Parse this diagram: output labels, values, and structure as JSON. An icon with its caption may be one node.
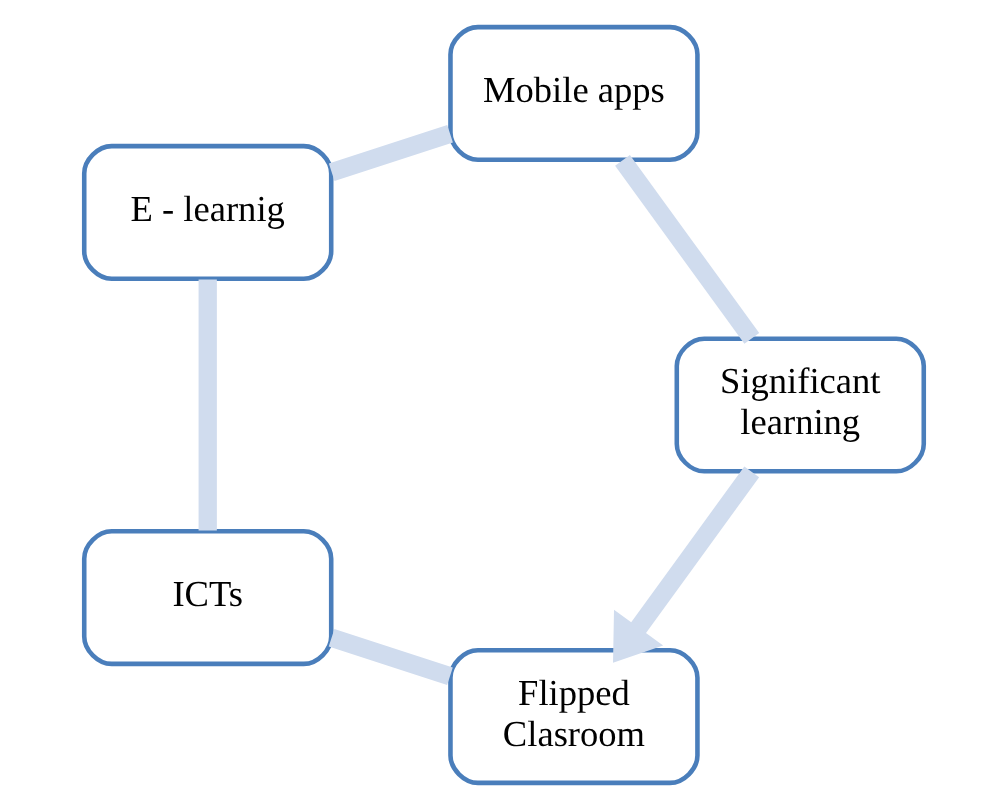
{
  "diagram": {
    "nodes": [
      {
        "text": [
          "Flipped Clasroom"
        ]
      },
      {
        "text": [
          "ICTs"
        ]
      },
      {
        "text": [
          "E - learnig"
        ]
      },
      {
        "text": [
          "Mobile apps"
        ]
      },
      {
        "text": [
          "Significant learning"
        ]
      }
    ],
    "edges": [
      {
        "from": 0,
        "to": 1,
        "arrow": "none"
      },
      {
        "from": 1,
        "to": 2,
        "arrow": "none"
      },
      {
        "from": 2,
        "to": 3,
        "arrow": "none"
      },
      {
        "from": 3,
        "to": 4,
        "arrow": "none"
      },
      {
        "from": 4,
        "to": 0,
        "arrow": "to"
      }
    ]
  }
}
